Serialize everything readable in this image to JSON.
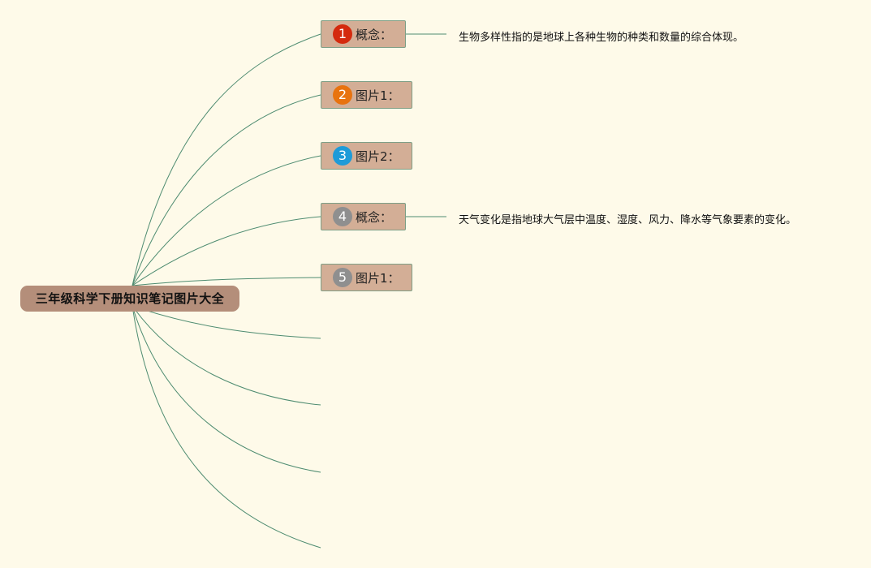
{
  "root": {
    "label": "三年级科学下册知识笔记图片大全"
  },
  "branches": [
    {
      "badge": "1",
      "badge_color": "#d42a0e",
      "label": "概念：",
      "detail": "生物多样性指的是地球上各种生物的种类和数量的综合体现。"
    },
    {
      "badge": "2",
      "badge_color": "#e8730f",
      "label": "图片1：",
      "detail": ""
    },
    {
      "badge": "3",
      "badge_color": "#1e9bd8",
      "label": "图片2：",
      "detail": ""
    },
    {
      "badge": "4",
      "badge_color": "#8f8f8f",
      "label": "概念：",
      "detail": "天气变化是指地球大气层中温度、湿度、风力、降水等气象要素的变化。"
    },
    {
      "badge": "5",
      "badge_color": "#8f8f8f",
      "label": "图片1：",
      "detail": ""
    }
  ],
  "colors": {
    "background": "#fefae9",
    "connector": "#4f8c71",
    "root_fill": "#b48e7a",
    "branch_fill": "#d3ae96",
    "branch_border": "#7e9f86"
  }
}
